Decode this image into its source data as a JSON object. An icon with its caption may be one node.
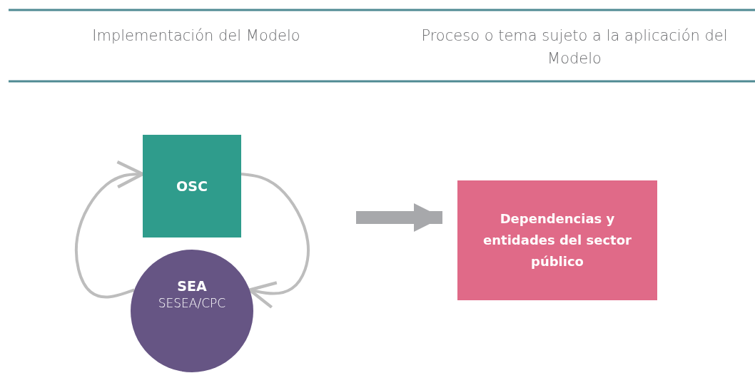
{
  "diagram": {
    "nodes": [
      {
        "text": [
          "OSC"
        ]
      },
      {
        "text": [
          "SEA",
          "SESEA/CPC"
        ]
      },
      {
        "text": [
          "Dependencias y entidades del sector público"
        ]
      }
    ],
    "edges": [
      {
        "from": 0,
        "to": 1,
        "arrow": "to"
      },
      {
        "from": 1,
        "to": 0,
        "arrow": "to"
      },
      {
        "from": null,
        "to": 2,
        "arrow": "to",
        "style": "thick",
        "color": "#a7a8ab"
      }
    ],
    "labels": [
      "Implementación del Modelo",
      "Proceso o tema sujeto a la aplicación del Modelo"
    ]
  }
}
